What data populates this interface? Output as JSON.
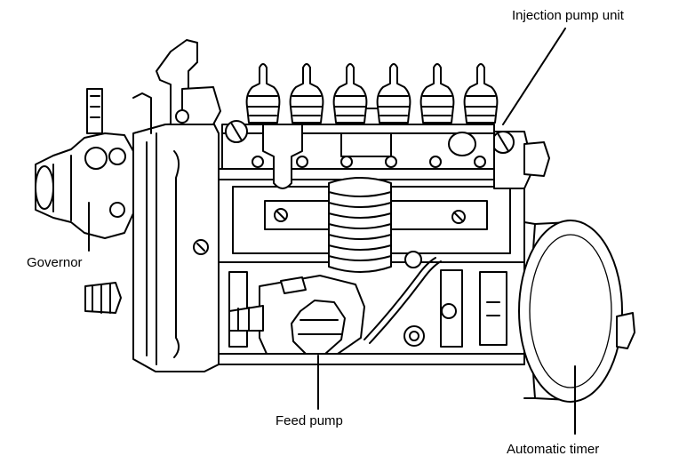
{
  "labels": {
    "injection_pump_unit": "Injection pump unit",
    "governor": "Governor",
    "feed_pump": "Feed pump",
    "automatic_timer": "Automatic timer"
  }
}
